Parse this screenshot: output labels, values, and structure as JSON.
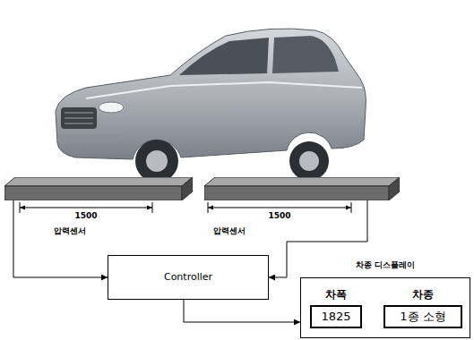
{
  "diagram": {
    "nodes": [
      {
        "text": [
          "압력센서"
        ]
      },
      {
        "text": [
          "압력센서"
        ]
      },
      {
        "text": [
          "Controller"
        ]
      },
      {
        "text": [
          "차종 디스플레이"
        ]
      },
      {
        "text": [
          "차폭",
          "1825"
        ],
        "in": 3
      },
      {
        "text": [
          "차종",
          "1종 소형"
        ],
        "in": 3
      }
    ],
    "edges": [
      {
        "from": 0,
        "to": 2,
        "arrow": "to"
      },
      {
        "from": 1,
        "to": 2,
        "arrow": "to"
      },
      {
        "from": 2,
        "to": 3,
        "arrow": "to"
      }
    ],
    "labels": [
      "1500",
      "1500"
    ]
  }
}
